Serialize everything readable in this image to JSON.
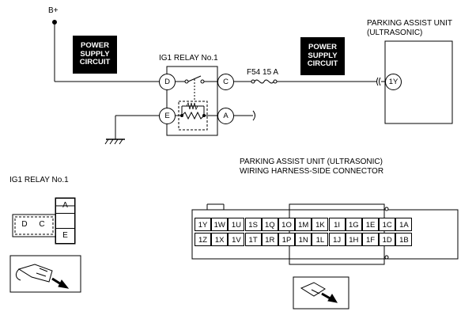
{
  "supply": {
    "label": "B+"
  },
  "badges": {
    "left": [
      "POWER",
      "SUPPLY",
      "CIRCUIT"
    ],
    "right": [
      "POWER",
      "SUPPLY",
      "CIRCUIT"
    ]
  },
  "relay": {
    "title": "IG1 RELAY No.1",
    "terminals": [
      "D",
      "C",
      "E",
      "A"
    ]
  },
  "fuse": {
    "label": "F54 15 A"
  },
  "unit": {
    "title_line1": "PARKING ASSIST UNIT",
    "title_line2": "(ULTRASONIC)",
    "pin": "1Y"
  },
  "relay_connector": {
    "title": "IG1 RELAY No.1",
    "left_cells": [
      "D",
      "C"
    ],
    "right_cells": [
      "A",
      "",
      "E"
    ]
  },
  "harness_connector": {
    "title_line1": "PARKING ASSIST UNIT (ULTRASONIC)",
    "title_line2": "WIRING HARNESS-SIDE CONNECTOR",
    "row1": [
      "1Y",
      "1W",
      "1U",
      "1S",
      "1Q",
      "1O",
      "1M",
      "1K",
      "1I",
      "1G",
      "1E",
      "1C",
      "1A"
    ],
    "row2": [
      "1Z",
      "1X",
      "1V",
      "1T",
      "1R",
      "1P",
      "1N",
      "1L",
      "1J",
      "1H",
      "1F",
      "1D",
      "1B"
    ]
  },
  "icons": [
    "ground-symbol-icon",
    "relay-coil-icon",
    "fuse-icon",
    "connector-probe-icon"
  ]
}
